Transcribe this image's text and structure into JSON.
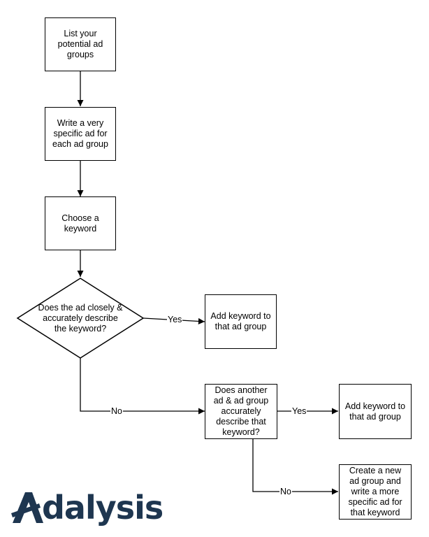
{
  "nodes": {
    "list_groups": "List your potential ad groups",
    "write_ad": "Write a very specific ad for each ad group",
    "choose_keyword": "Choose a keyword",
    "decision_1": "Does the ad closely & accurately describe the keyword?",
    "add_keyword_1": "Add keyword to that ad group",
    "decision_2": "Does another ad & ad group accurately describe that keyword?",
    "add_keyword_2": "Add keyword to that ad group",
    "create_new": "Create a new ad group and write a more specific ad for that keyword"
  },
  "edges": {
    "yes_1": "Yes",
    "no_1": "No",
    "yes_2": "Yes",
    "no_2": "No"
  },
  "logo": {
    "text": "dalysis",
    "brand_color": "#1e3650"
  }
}
